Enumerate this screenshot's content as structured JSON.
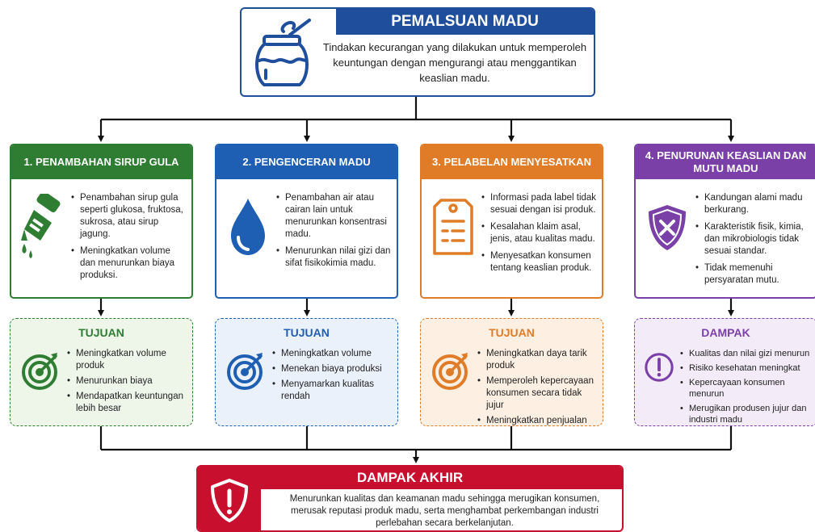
{
  "colors": {
    "navy": "#1f4e9c",
    "green": "#2e7d32",
    "blue": "#1e5fb4",
    "orange": "#e07c28",
    "purple": "#7b3fa8",
    "red": "#c8102e",
    "connector": "#111111"
  },
  "header": {
    "title": "PEMALSUAN MADU",
    "description": "Tindakan kecurangan yang dilakukan untuk memperoleh keuntungan dengan mengurangi atau menggantikan keaslian madu.",
    "icon": "honey-jar-icon"
  },
  "categories": [
    {
      "title": "1. PENAMBAHAN SIRUP GULA",
      "icon": "syrup-bottle-icon",
      "items": [
        "Penambahan sirup gula seperti glukosa, fruktosa, sukrosa, atau sirup jagung.",
        "Meningkatkan volume dan menurunkan biaya produksi."
      ]
    },
    {
      "title": "2. PENGENCERAN MADU",
      "icon": "water-drop-icon",
      "items": [
        "Penambahan air atau cairan lain untuk menurunkan konsentrasi madu.",
        "Menurunkan nilai gizi dan sifat fisikokimia madu."
      ]
    },
    {
      "title": "3. PELABELAN MENYESATKAN",
      "icon": "label-tag-icon",
      "items": [
        "Informasi pada label tidak sesuai dengan isi produk.",
        "Kesalahan klaim asal, jenis, atau kualitas madu.",
        "Menyesatkan konsumen tentang keaslian produk."
      ]
    },
    {
      "title": "4. PENURUNAN KEASLIAN DAN MUTU MADU",
      "icon": "shield-x-icon",
      "items": [
        "Kandungan alami madu berkurang.",
        "Karakteristik fisik, kimia, dan mikrobiologis tidak sesuai standar.",
        "Tidak memenuhi persyaratan mutu."
      ]
    }
  ],
  "purposes": [
    {
      "title": "TUJUAN",
      "icon": "target-icon",
      "items": [
        "Meningkatkan volume produk",
        "Menurunkan biaya",
        "Mendapatkan keuntungan lebih besar"
      ]
    },
    {
      "title": "TUJUAN",
      "icon": "target-icon",
      "items": [
        "Meningkatkan volume",
        "Menekan biaya produksi",
        "Menyamarkan kualitas rendah"
      ]
    },
    {
      "title": "TUJUAN",
      "icon": "target-icon",
      "items": [
        "Meningkatkan daya tarik produk",
        "Memperoleh kepercayaan konsumen secara tidak jujur",
        "Meningkatkan penjualan"
      ]
    },
    {
      "title": "DAMPAK",
      "icon": "exclamation-circle-icon",
      "items": [
        "Kualitas dan nilai gizi menurun",
        "Risiko kesehatan meningkat",
        "Kepercayaan konsumen menurun",
        "Merugikan produsen jujur dan industri madu"
      ]
    }
  ],
  "final": {
    "title": "DAMPAK AKHIR",
    "icon": "shield-exclamation-icon",
    "description": "Menurunkan kualitas dan keamanan madu sehingga merugikan konsumen, merusak reputasi produk madu, serta menghambat perkembangan industri perlebahan secara berkelanjutan."
  }
}
